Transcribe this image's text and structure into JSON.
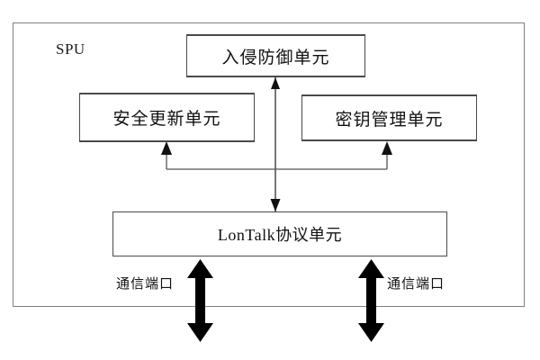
{
  "diagram": {
    "container": {
      "label": "SPU"
    },
    "boxes": [
      {
        "id": "ips",
        "label": "入侵防御单元"
      },
      {
        "id": "update",
        "label": "安全更新单元"
      },
      {
        "id": "key",
        "label": "密钥管理单元"
      },
      {
        "id": "lontalk",
        "label": "LonTalk协议单元"
      }
    ],
    "port_labels": [
      {
        "id": "port-left",
        "label": "通信端口"
      },
      {
        "id": "port-right",
        "label": "通信端口"
      }
    ],
    "colors": {
      "background": "#ffffff",
      "frame_border": "#808080",
      "box_border": "#4a4a4a",
      "wire": "#555555",
      "arrow_fill": "#111111",
      "bold_arrow": "#000000",
      "text": "#111111"
    }
  }
}
